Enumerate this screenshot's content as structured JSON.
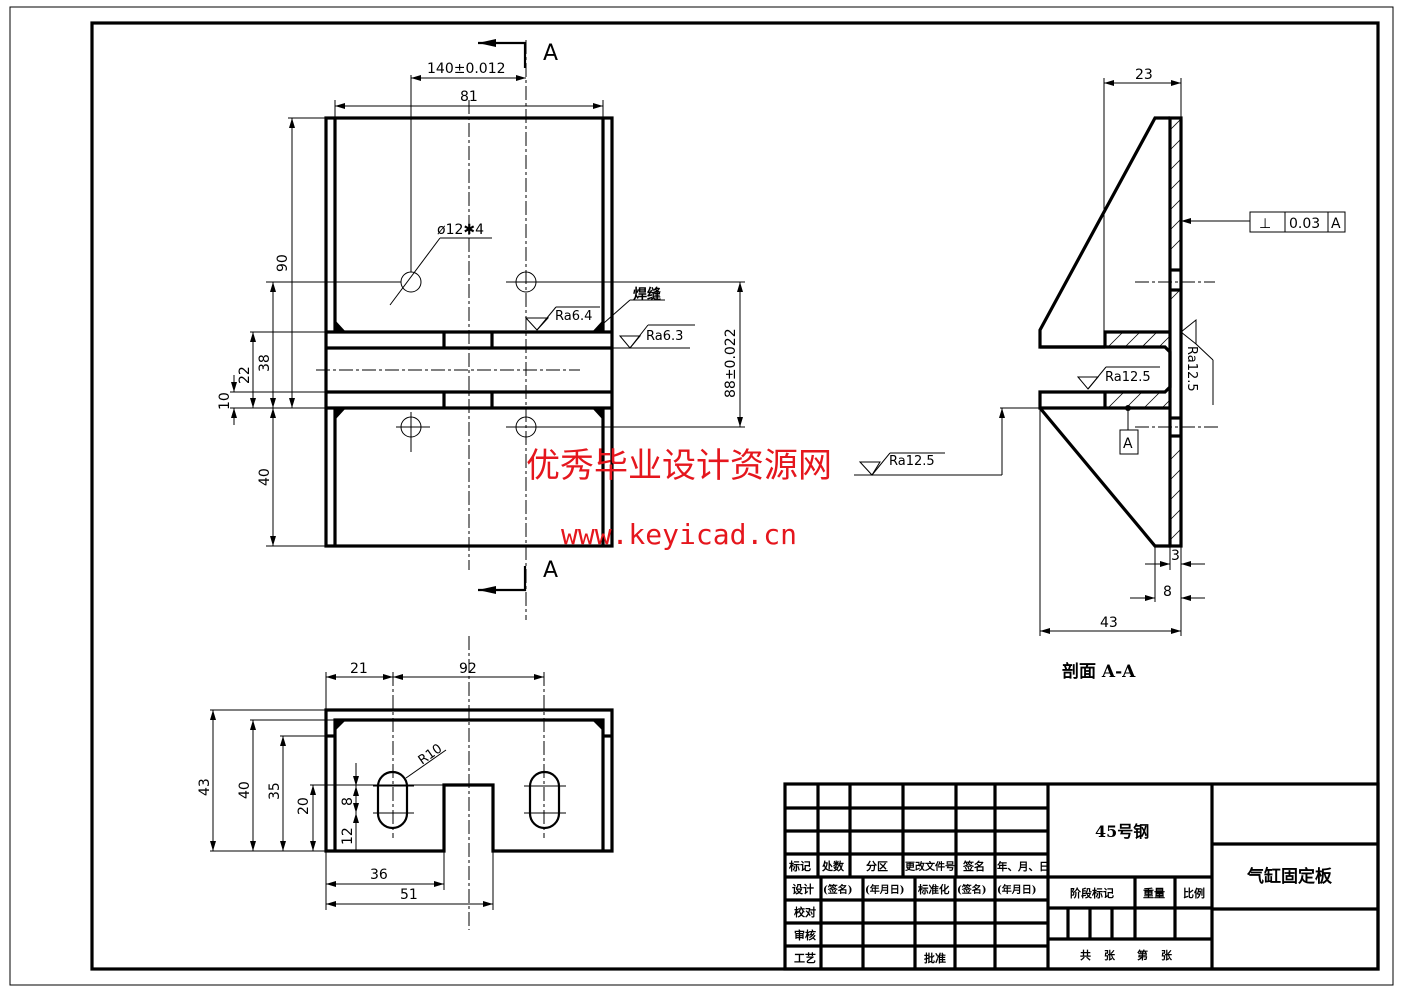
{
  "drawing": {
    "title": "气缸固定板",
    "material": "45号钢",
    "section_label": "剖面 A-A",
    "section_letter": "A",
    "weld_label": "焊缝",
    "colors": {
      "line": "#000000",
      "watermark": "#e5161d",
      "background": "#ffffff"
    }
  },
  "front_view": {
    "dims": {
      "hole_spacing": "140±0.012",
      "width": "81",
      "hole_note": "ø12✱4",
      "height_upper": "90",
      "height_38": "38",
      "height_22": "22",
      "height_10": "10",
      "height_lower": "40",
      "vertical_tol": "88±0.022"
    },
    "roughness": [
      "Ra6.4",
      "Ra6.3"
    ]
  },
  "section_view": {
    "dims": {
      "top_width": "23",
      "total_width": "43",
      "base_8": "8",
      "thickness_3": "3"
    },
    "tolerance_frame": {
      "symbol": "⊥",
      "value": "0.03",
      "datum": "A"
    },
    "datum_label": "A",
    "roughness": [
      "Ra12.5",
      "Ra12.5",
      "Ra12.5"
    ]
  },
  "bottom_view": {
    "dims": {
      "offset_21": "21",
      "span_92": "92",
      "radius": "R10",
      "h43": "43",
      "h40": "40",
      "h35": "35",
      "h20": "20",
      "slot_8": "8",
      "slot_12": "12",
      "w36": "36",
      "w51": "51"
    }
  },
  "watermark": {
    "line1": "优秀毕业设计资源网",
    "line2": "www.keyicad.cn"
  },
  "title_block": {
    "header_row": [
      "标记",
      "处数",
      "分区",
      "更改文件号",
      "签名",
      "年、月、日"
    ],
    "design_row": [
      "设计",
      "(签名)",
      "(年月日)",
      "标准化",
      "(签名)",
      "(年月日)"
    ],
    "check": "校对",
    "review": "审核",
    "process": "工艺",
    "approve": "批准",
    "stage_mark": "阶段标记",
    "weight": "重量",
    "scale": "比例",
    "sheets_total": "共",
    "sheets_unit1": "张",
    "sheet_no": "第",
    "sheets_unit2": "张"
  }
}
